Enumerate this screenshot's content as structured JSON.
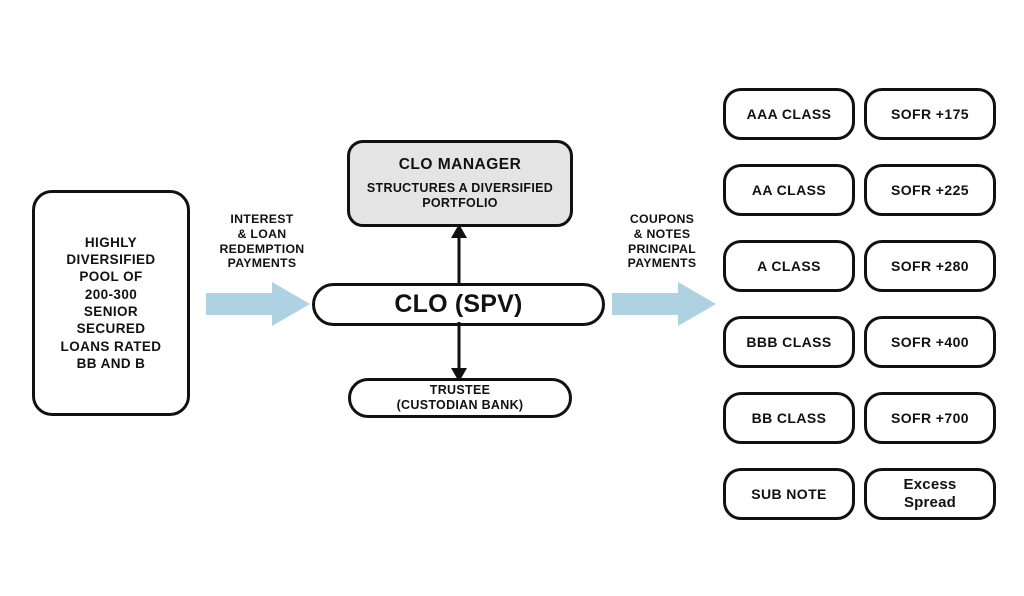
{
  "diagram": {
    "title": "CLO Structure Diagram",
    "colors": {
      "arrow_blue": "#aed2e1",
      "manager_fill": "#e4e4e4",
      "stroke": "#111111",
      "background": "#ffffff"
    }
  },
  "collateral_pool": {
    "label": "HIGHLY DIVERSIFIED POOL OF 200-300 SENIOR SECURED LOANS RATED BB AND B",
    "lines": [
      "HIGHLY",
      "DIVERSIFIED",
      "POOL OF",
      "200-300",
      "SENIOR",
      "SECURED",
      "LOANS RATED",
      "BB AND B"
    ]
  },
  "flows": {
    "inflow": {
      "label": "INTEREST\n& LOAN\nREDEMPTION\nPAYMENTS",
      "arrow_name": "inflow-arrow"
    },
    "outflow": {
      "label": "COUPONS\n& NOTES\nPRINCIPAL\nPAYMENTS",
      "arrow_name": "outflow-arrow"
    }
  },
  "clo_manager": {
    "title": "CLO MANAGER",
    "subtitle": "STRUCTURES A\nDIVERSIFIED PORTFOLIO"
  },
  "spv": {
    "label": "CLO (SPV)"
  },
  "trustee": {
    "line1": "TRUSTEE",
    "line2": "(CUSTODIAN BANK)"
  },
  "tranches": [
    {
      "class": "AAA CLASS",
      "spread": "SOFR +175"
    },
    {
      "class": "AA CLASS",
      "spread": "SOFR +225"
    },
    {
      "class": "A CLASS",
      "spread": "SOFR +280"
    },
    {
      "class": "BBB CLASS",
      "spread": "SOFR +400"
    },
    {
      "class": "BB CLASS",
      "spread": "SOFR +700"
    },
    {
      "class": "SUB NOTE",
      "spread": "Excess\nSpread"
    }
  ]
}
